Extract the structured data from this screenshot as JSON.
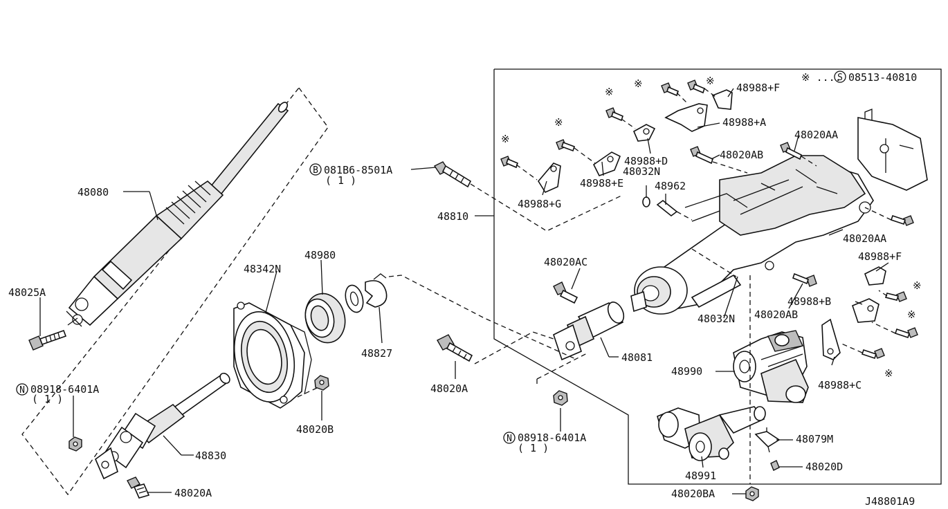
{
  "legend": {
    "symbol": "※ ....",
    "code": "08513-40810",
    "prefix": "S"
  },
  "diagram_id": "J48801A9",
  "labels": {
    "p48080": "48080",
    "p48025A": "48025A",
    "n08918_left": "08918-6401A",
    "n08918_left_qty": "( 1 )",
    "p48830": "48830",
    "p48020A_bottom": "48020A",
    "p48342N": "48342N",
    "p48980": "48980",
    "p48020B": "48020B",
    "p48827": "48827",
    "b08186": "081B6-8501A",
    "b08186_qty": "( 1 )",
    "p48810": "48810",
    "p48020A_mid": "48020A",
    "p48020AC": "48020AC",
    "p48081": "48081",
    "n08918_mid": "08918-6401A",
    "n08918_mid_qty": "( 1 )",
    "p48988G": "48988+G",
    "p48988E": "48988+E",
    "p48988D": "48988+D",
    "p48032N_top": "48032N",
    "p48962": "48962",
    "p48988A": "48988+A",
    "p48988F_top": "48988+F",
    "p48020AB_top": "48020AB",
    "p48020AA_top": "48020AA",
    "p48020AA_right": "48020AA",
    "p48988F_right": "48988+F",
    "p48988B": "48988+B",
    "p48988C": "48988+C",
    "p48032N_bottom": "48032N",
    "p48020AB_mid": "48020AB",
    "p48990": "48990",
    "p48079M": "48079M",
    "p48020D": "48020D",
    "p48991": "48991",
    "p48020BA": "48020BA"
  },
  "circle_letters": {
    "N": "N",
    "B": "B"
  },
  "asterisk": "※"
}
